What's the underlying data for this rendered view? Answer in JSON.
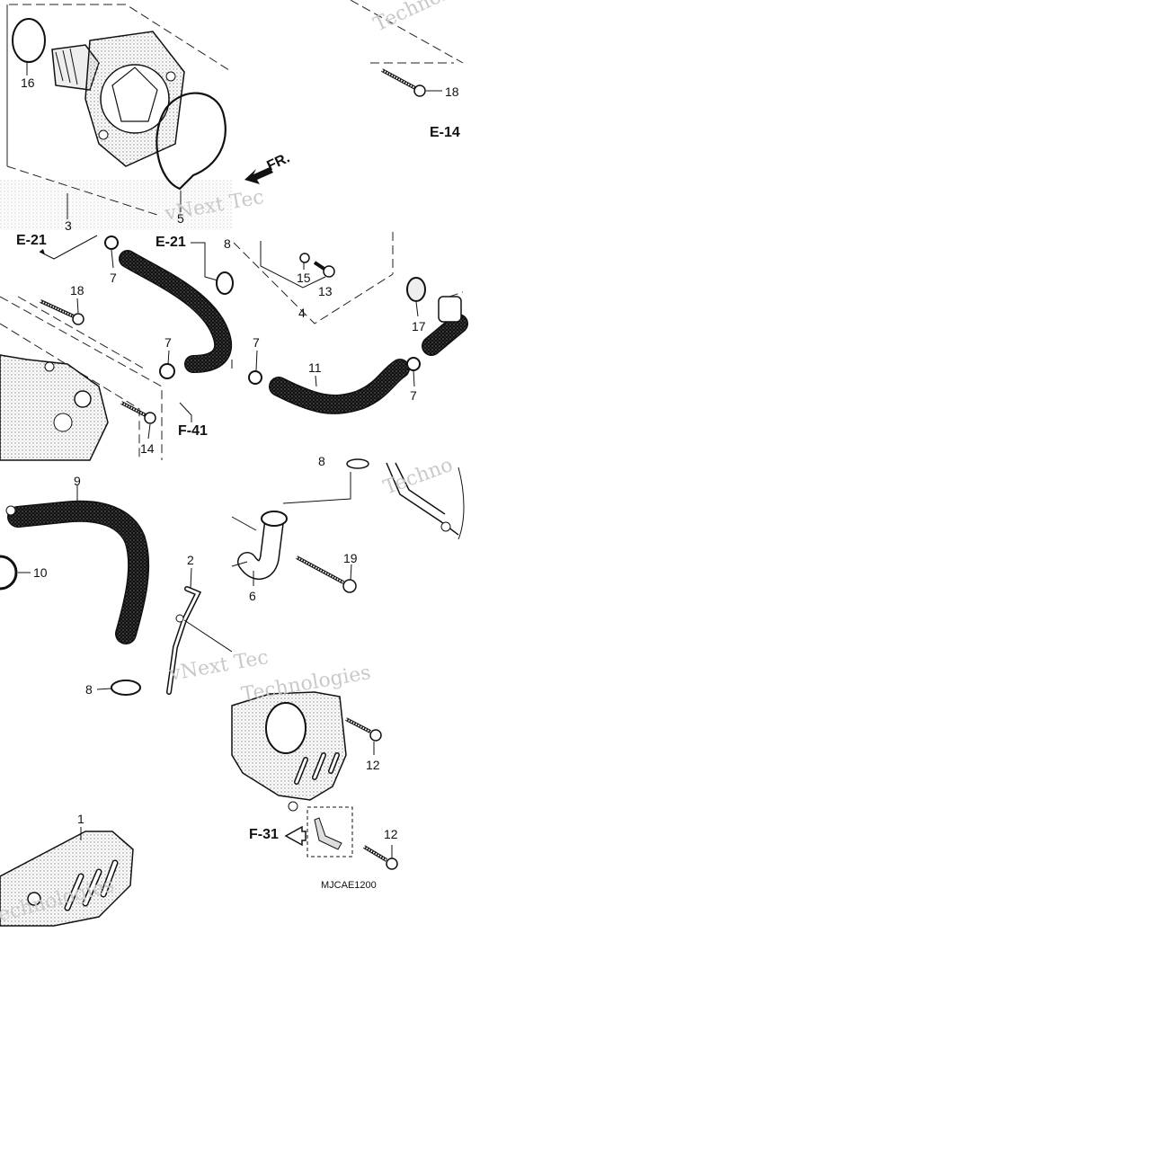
{
  "diagram": {
    "refs": {
      "e14": "E-14",
      "e21a": "E-21",
      "e21b": "E-21",
      "f41": "F-41",
      "f31": "F-31"
    },
    "direction": "FR.",
    "code": "MJCAE1200",
    "watermarks": [
      "vNext Tec",
      "Technol",
      "vNext Tec",
      "Techno",
      "Technologies",
      "echnologies"
    ],
    "callouts": {
      "c16": "16",
      "c3": "3",
      "c5": "5",
      "c18a": "18",
      "c7a": "7",
      "c8a": "8",
      "c15": "15",
      "c13": "13",
      "c4": "4",
      "c17": "17",
      "c18b": "18",
      "c7b": "7",
      "c7c": "7",
      "c11": "11",
      "c7d": "7",
      "c14": "14",
      "c9": "9",
      "c10": "10",
      "c2": "2",
      "c8b": "8",
      "c8c": "8",
      "c19": "19",
      "c6": "6",
      "c12a": "12",
      "c12b": "12",
      "c1": "1"
    }
  }
}
